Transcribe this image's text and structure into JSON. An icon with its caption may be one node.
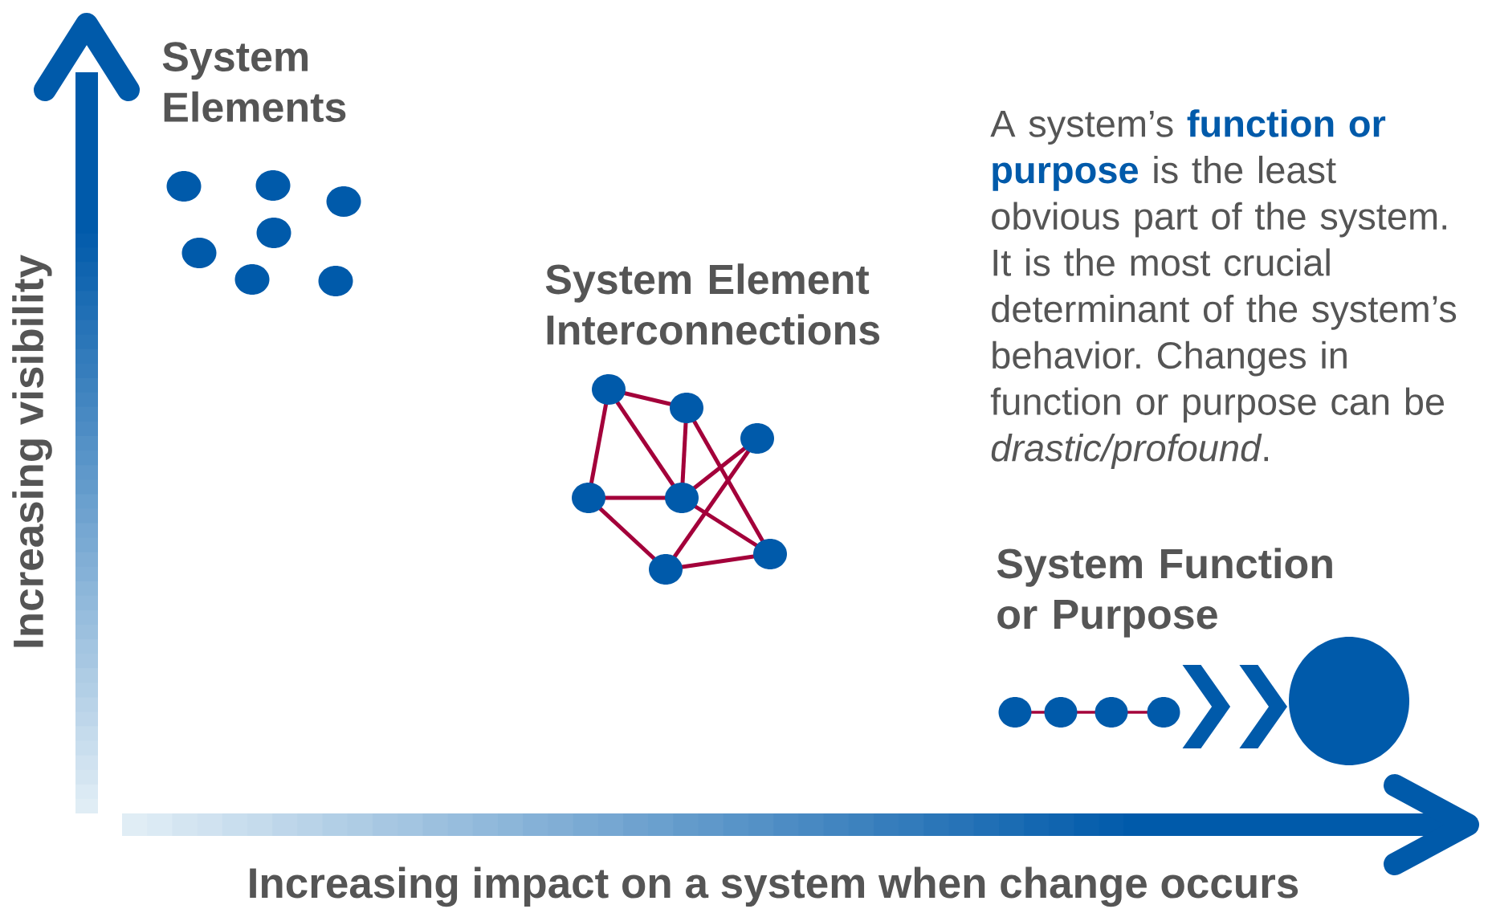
{
  "diagram": {
    "nodes": [
      {
        "text": [],
        "shape": "circle"
      },
      {
        "text": [],
        "shape": "circle"
      },
      {
        "text": [],
        "shape": "circle"
      },
      {
        "text": [],
        "shape": "circle"
      },
      {
        "text": [],
        "shape": "circle"
      },
      {
        "text": [],
        "shape": "circle"
      },
      {
        "text": [],
        "shape": "circle"
      },
      {
        "text": [],
        "shape": "circle"
      },
      {
        "text": [],
        "shape": "circle"
      },
      {
        "text": [],
        "shape": "circle"
      },
      {
        "text": [],
        "shape": "circle"
      },
      {
        "text": [],
        "shape": "circle"
      },
      {
        "text": [],
        "shape": "circle"
      },
      {
        "text": [],
        "shape": "circle"
      },
      {
        "text": [],
        "shape": "circle"
      },
      {
        "text": [],
        "shape": "circle"
      },
      {
        "text": [],
        "shape": "circle"
      },
      {
        "text": [],
        "shape": "circle"
      },
      {
        "text": [],
        "shape": "circle"
      }
    ],
    "edges": [
      {
        "from": 7,
        "to": 8,
        "arrow": "none"
      },
      {
        "from": 7,
        "to": 10,
        "arrow": "none"
      },
      {
        "from": 7,
        "to": 11,
        "arrow": "none"
      },
      {
        "from": 8,
        "to": 11,
        "arrow": "none"
      },
      {
        "from": 8,
        "to": 12,
        "arrow": "none"
      },
      {
        "from": 9,
        "to": 11,
        "arrow": "none"
      },
      {
        "from": 9,
        "to": 13,
        "arrow": "none"
      },
      {
        "from": 10,
        "to": 11,
        "arrow": "none"
      },
      {
        "from": 10,
        "to": 13,
        "arrow": "none"
      },
      {
        "from": 11,
        "to": 12,
        "arrow": "none"
      },
      {
        "from": 13,
        "to": 12,
        "arrow": "none"
      },
      {
        "from": 14,
        "to": 15,
        "arrow": "none"
      },
      {
        "from": 15,
        "to": 16,
        "arrow": "none"
      },
      {
        "from": 16,
        "to": 17,
        "arrow": "none"
      },
      {
        "from": 17,
        "to": 18,
        "arrow": "to",
        "color": "#005aaa"
      }
    ],
    "labels": [
      "System Elements",
      "A system’s **function or purpose** is the least obvious part of the system. It is the most crucial determinant of the system’s behavior. Changes in function or purpose can be *drastic/profound*.",
      "System Element Interconnections",
      "System Function or Purpose",
      "Increasing visibility",
      "Increasing impact on a system when change occurs"
    ]
  }
}
